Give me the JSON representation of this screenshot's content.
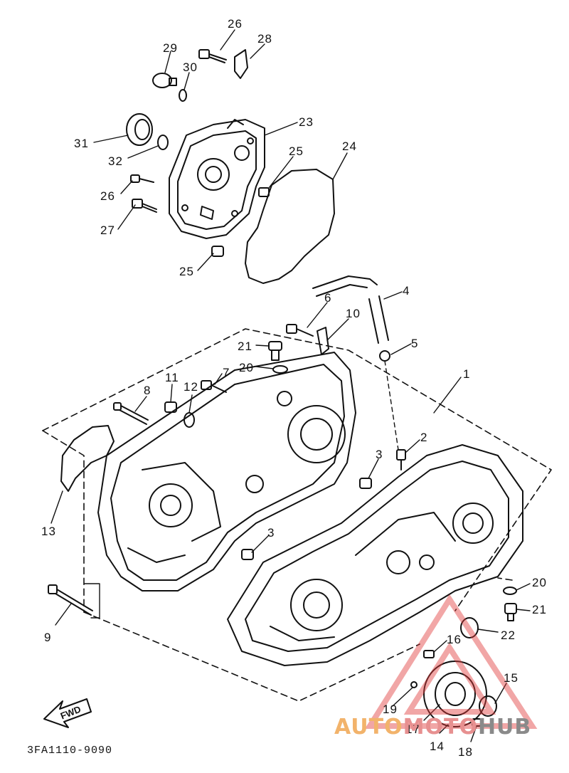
{
  "diagram": {
    "callouts": [
      "26",
      "28",
      "29",
      "30",
      "23",
      "31",
      "32",
      "25",
      "24",
      "26",
      "27",
      "25",
      "4",
      "6",
      "10",
      "21",
      "20",
      "5",
      "7",
      "11",
      "12",
      "8",
      "1",
      "2",
      "3",
      "13",
      "3",
      "20",
      "21",
      "22",
      "16",
      "15",
      "19",
      "17",
      "14",
      "18",
      "9"
    ],
    "fwd_label": "FWD",
    "drawing_code": "3FA1110-9090"
  },
  "watermark": {
    "part1": "AUTO",
    "part2": "MOTO",
    "part3": "HUB",
    "colors": {
      "auto": "#f2b36b",
      "moto": "#e79090",
      "hub": "#8a8a8a",
      "triangle": "#e23b3b"
    }
  }
}
